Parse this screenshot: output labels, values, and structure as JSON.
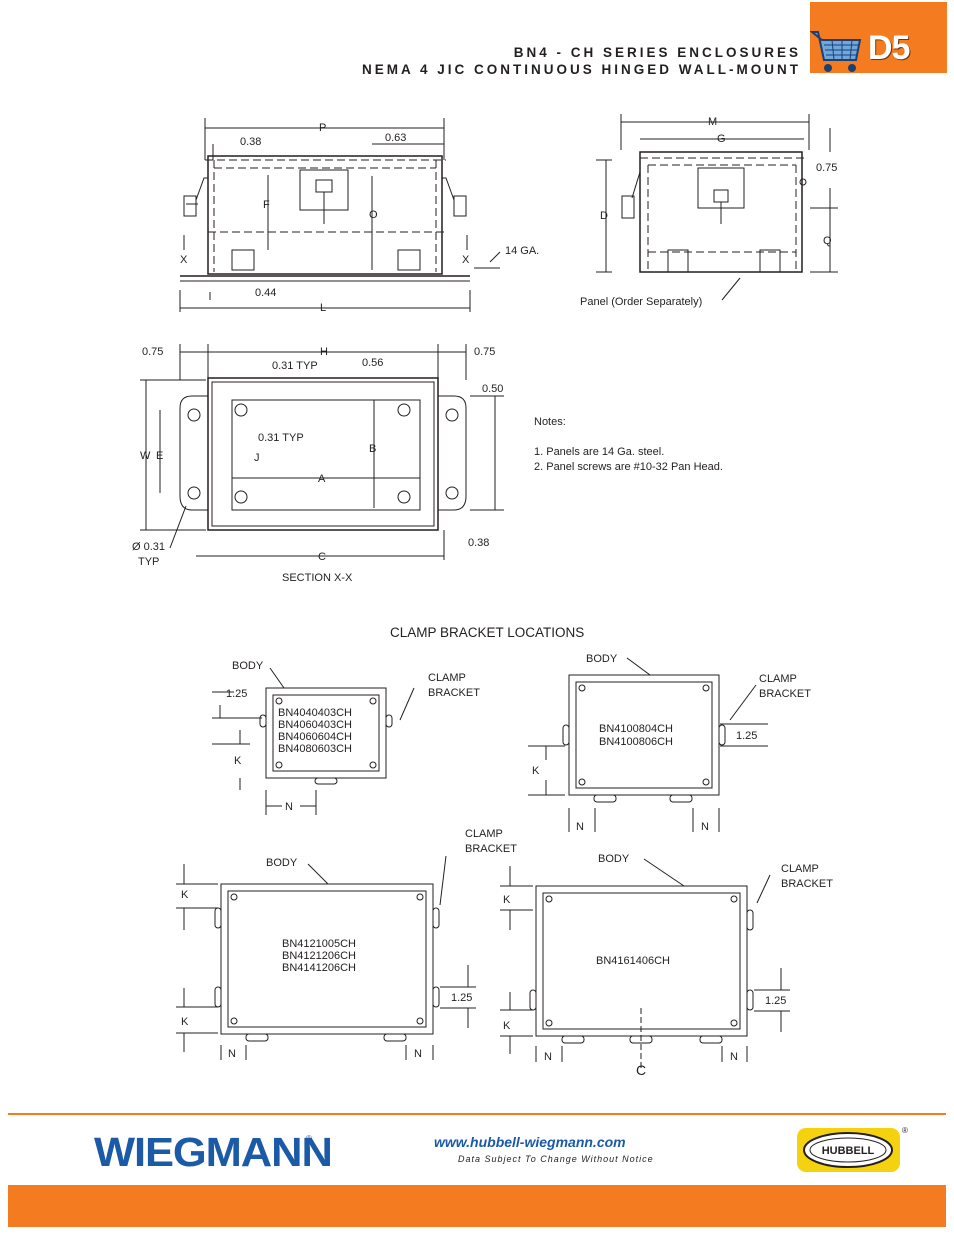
{
  "header": {
    "title_line1": "BN4 - CH SERIES ENCLOSURES",
    "title_line2": "NEMA 4 JIC CONTINUOUS HINGED WALL-MOUNT",
    "section_tab": "D5",
    "tab_icon": "shopping-cart-icon",
    "accent_color": "#f47b20"
  },
  "top_left_drawing": {
    "dims": {
      "P": "P",
      "d038": "0.38",
      "d063": "0.63",
      "F": "F",
      "O": "O",
      "X1": "X",
      "X2": "X",
      "d044": "0.44",
      "L": "L",
      "ga": "14 GA."
    }
  },
  "top_right_drawing": {
    "dims": {
      "M": "M",
      "G": "G",
      "d075": "0.75",
      "D": "D",
      "Q": "Q"
    },
    "panel_note": "Panel (Order Separately)"
  },
  "section_drawing": {
    "dims": {
      "d075a": "0.75",
      "H": "H",
      "d075b": "0.75",
      "t031": "0.31 TYP",
      "d056": "0.56",
      "d050": "0.50",
      "t031b": "0.31 TYP",
      "W": "W",
      "E": "E",
      "J": "J",
      "B": "B",
      "A": "A",
      "dia": "Ø 0.31",
      "typ": "TYP",
      "C": "C",
      "d038": "0.38"
    },
    "caption": "SECTION X-X"
  },
  "notes": {
    "heading": "Notes:",
    "items": [
      "1.  Panels are 14 Ga. steel.",
      "2.  Panel screws are #10-32 Pan Head."
    ]
  },
  "clamp": {
    "title": "CLAMP BRACKET LOCATIONS",
    "body_label": "BODY",
    "clamp_label_1": "CLAMP",
    "clamp_label_2": "BRACKET",
    "d125": "1.25",
    "K": "K",
    "N": "N",
    "cl": "C",
    "group1": [
      "BN4040403CH",
      "BN4060403CH",
      "BN4060604CH",
      "BN4080603CH"
    ],
    "group2": [
      "BN4100804CH",
      "BN4100806CH"
    ],
    "group3": [
      "BN4121005CH",
      "BN4121206CH",
      "BN4141206CH"
    ],
    "group4": [
      "BN4161406CH"
    ]
  },
  "footer": {
    "brand": "WIEGMANN",
    "brand_reg": "®",
    "url": "www.hubbell-wiegmann.com",
    "disclaimer": "Data Subject To Change Without Notice",
    "partner": "HUBBELL",
    "partner_reg": "®",
    "brand_color": "#1b5aa6"
  }
}
